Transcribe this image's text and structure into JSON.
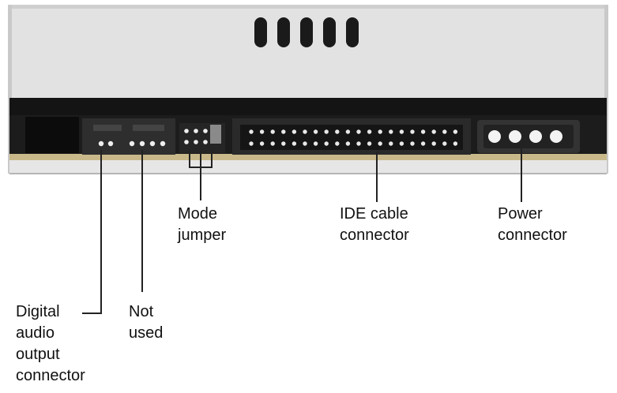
{
  "labels": {
    "mode_jumper": [
      "Mode",
      "jumper"
    ],
    "ide_cable_connector": [
      "IDE cable",
      "connector"
    ],
    "power_connector": [
      "Power",
      "connector"
    ],
    "digital_audio_output_connector": [
      "Digital",
      "audio",
      "output",
      "connector"
    ],
    "not_used": [
      "Not",
      "used"
    ]
  },
  "colors": {
    "drive_face": "#e4e4e4",
    "drive_edge": "#bdbdbd",
    "rear_panel": "#1c1c1c",
    "pcb_strip": "#c8b98a",
    "pin": "#f2f2f2",
    "leader_line": "#222222"
  }
}
